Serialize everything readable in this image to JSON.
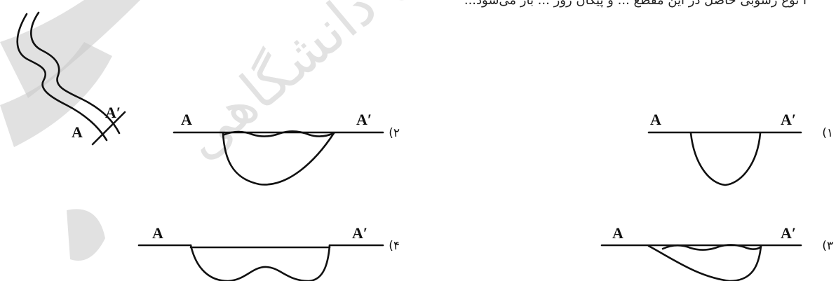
{
  "question": {
    "header_text": "...ا نوع رسوبی حاصل در این مقطع ... و پیکان روز ... باز می‌شود"
  },
  "watermark": {
    "text": "ی دانشگاهی",
    "color": "#c9c9c9"
  },
  "map": {
    "cross_label_left": "A",
    "cross_label_right": "A′"
  },
  "options": [
    {
      "number": "(۱",
      "left_label": "A",
      "right_label": "A′"
    },
    {
      "number": "(۲",
      "left_label": "A",
      "right_label": "A′"
    },
    {
      "number": "(۳",
      "left_label": "A",
      "right_label": "A′"
    },
    {
      "number": "(۴",
      "left_label": "A",
      "right_label": "A′"
    }
  ],
  "colors": {
    "ink": "#111111",
    "background": "#ffffff"
  }
}
